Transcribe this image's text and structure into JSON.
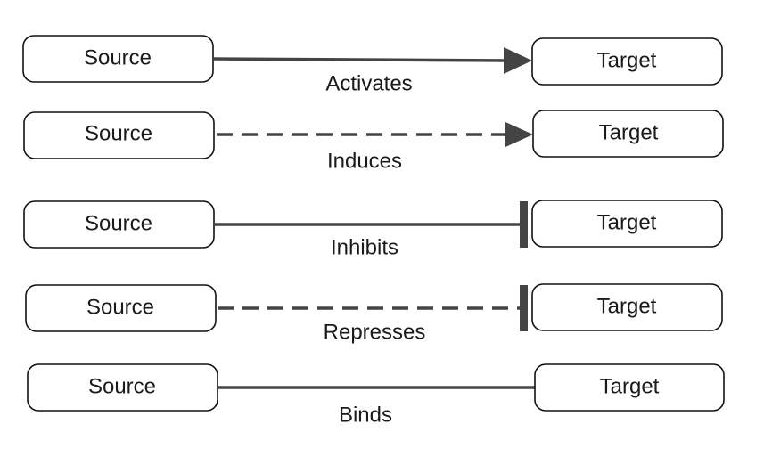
{
  "diagram": {
    "edge_color": "#444444",
    "rows": [
      {
        "source": "Source",
        "target": "Target",
        "label": "Activates",
        "line": "solid",
        "head": "arrow"
      },
      {
        "source": "Source",
        "target": "Target",
        "label": "Induces",
        "line": "dashed",
        "head": "arrow"
      },
      {
        "source": "Source",
        "target": "Target",
        "label": "Inhibits",
        "line": "solid",
        "head": "bar"
      },
      {
        "source": "Source",
        "target": "Target",
        "label": "Represses",
        "line": "dashed",
        "head": "bar"
      },
      {
        "source": "Source",
        "target": "Target",
        "label": "Binds",
        "line": "solid",
        "head": "none"
      }
    ]
  }
}
